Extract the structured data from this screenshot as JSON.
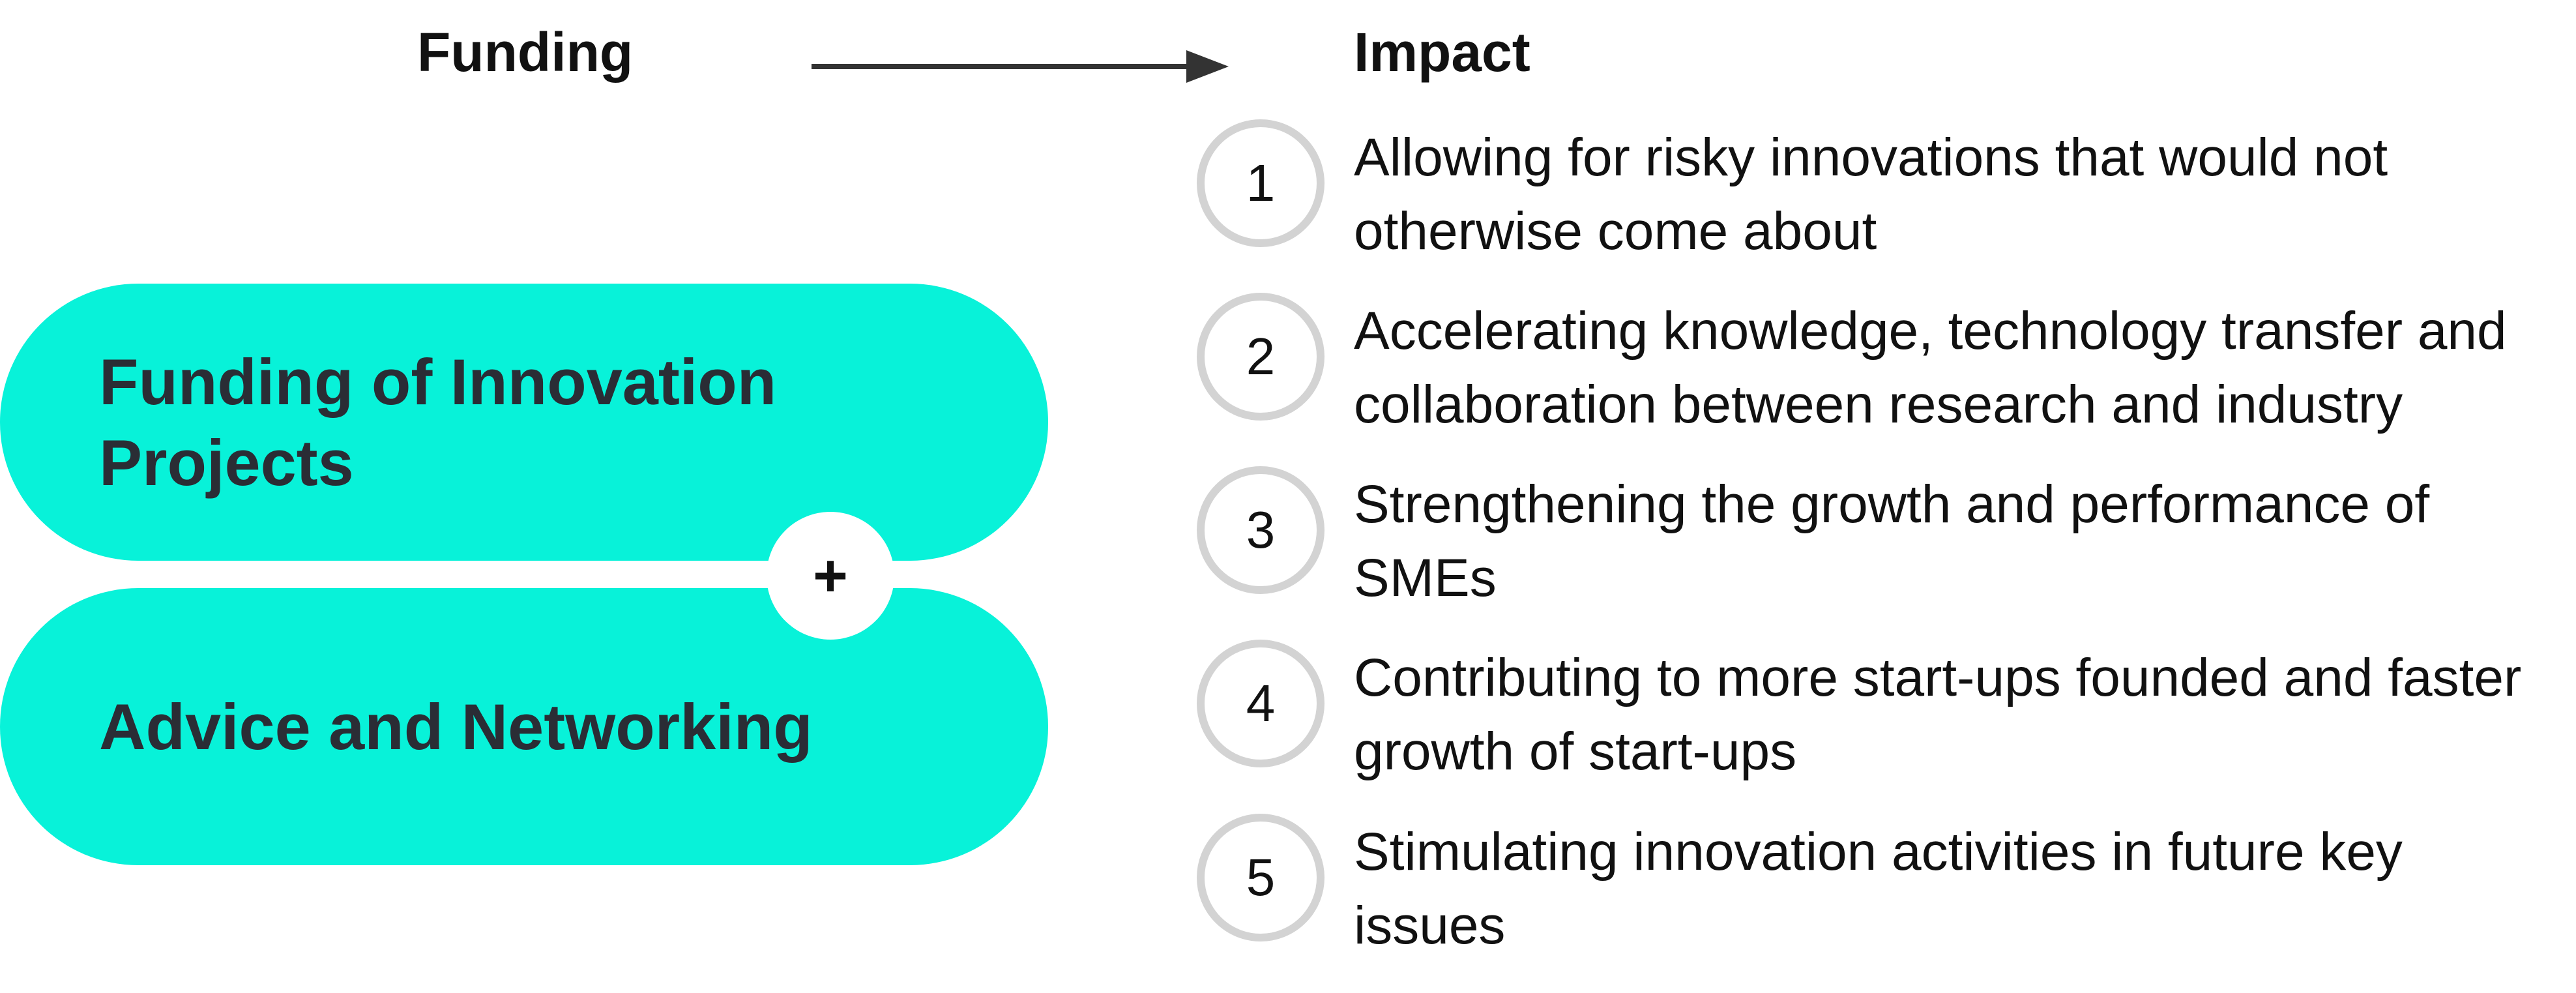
{
  "colors": {
    "pill_fill": "#08f2d9",
    "pill_text": "#2a2d35",
    "number_ring": "#d3d3d3",
    "text": "#111111",
    "arrow": "#333333"
  },
  "header": {
    "funding_label": "Funding",
    "impact_label": "Impact"
  },
  "funding_pills": [
    {
      "label": "Funding of Innovation Projects"
    },
    {
      "label": "Advice and Networking"
    }
  ],
  "connector_symbol": "+",
  "impacts": [
    {
      "number": "1",
      "text": "Allowing for risky innovations that would not otherwise come about"
    },
    {
      "number": "2",
      "text": "Accelerating knowledge, technology transfer and collaboration between research and industry"
    },
    {
      "number": "3",
      "text": "Strengthening the growth and performance of SMEs"
    },
    {
      "number": "4",
      "text": "Contributing to more start-ups founded and faster growth of start-ups"
    },
    {
      "number": "5",
      "text": "Stimulating innovation activities in future key issues"
    }
  ]
}
